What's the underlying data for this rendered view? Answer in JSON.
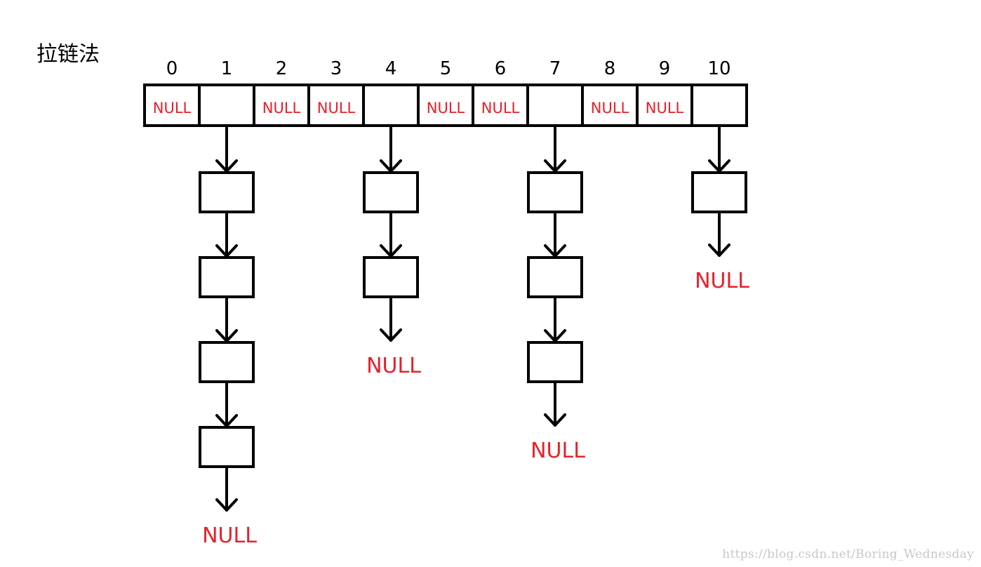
{
  "diagram": {
    "title": "拉链法",
    "watermark": "https://blog.csdn.net/Boring_Wednesday",
    "null_label": "NULL",
    "colors": {
      "stroke": "#000000",
      "null_text": "#e8202a",
      "index_text": "#000000"
    },
    "buckets": [
      {
        "index": "0",
        "chain_length": 0
      },
      {
        "index": "1",
        "chain_length": 4
      },
      {
        "index": "2",
        "chain_length": 0
      },
      {
        "index": "3",
        "chain_length": 0
      },
      {
        "index": "4",
        "chain_length": 2
      },
      {
        "index": "5",
        "chain_length": 0
      },
      {
        "index": "6",
        "chain_length": 0
      },
      {
        "index": "7",
        "chain_length": 3
      },
      {
        "index": "8",
        "chain_length": 0
      },
      {
        "index": "9",
        "chain_length": 0
      },
      {
        "index": "10",
        "chain_length": 1
      }
    ]
  }
}
